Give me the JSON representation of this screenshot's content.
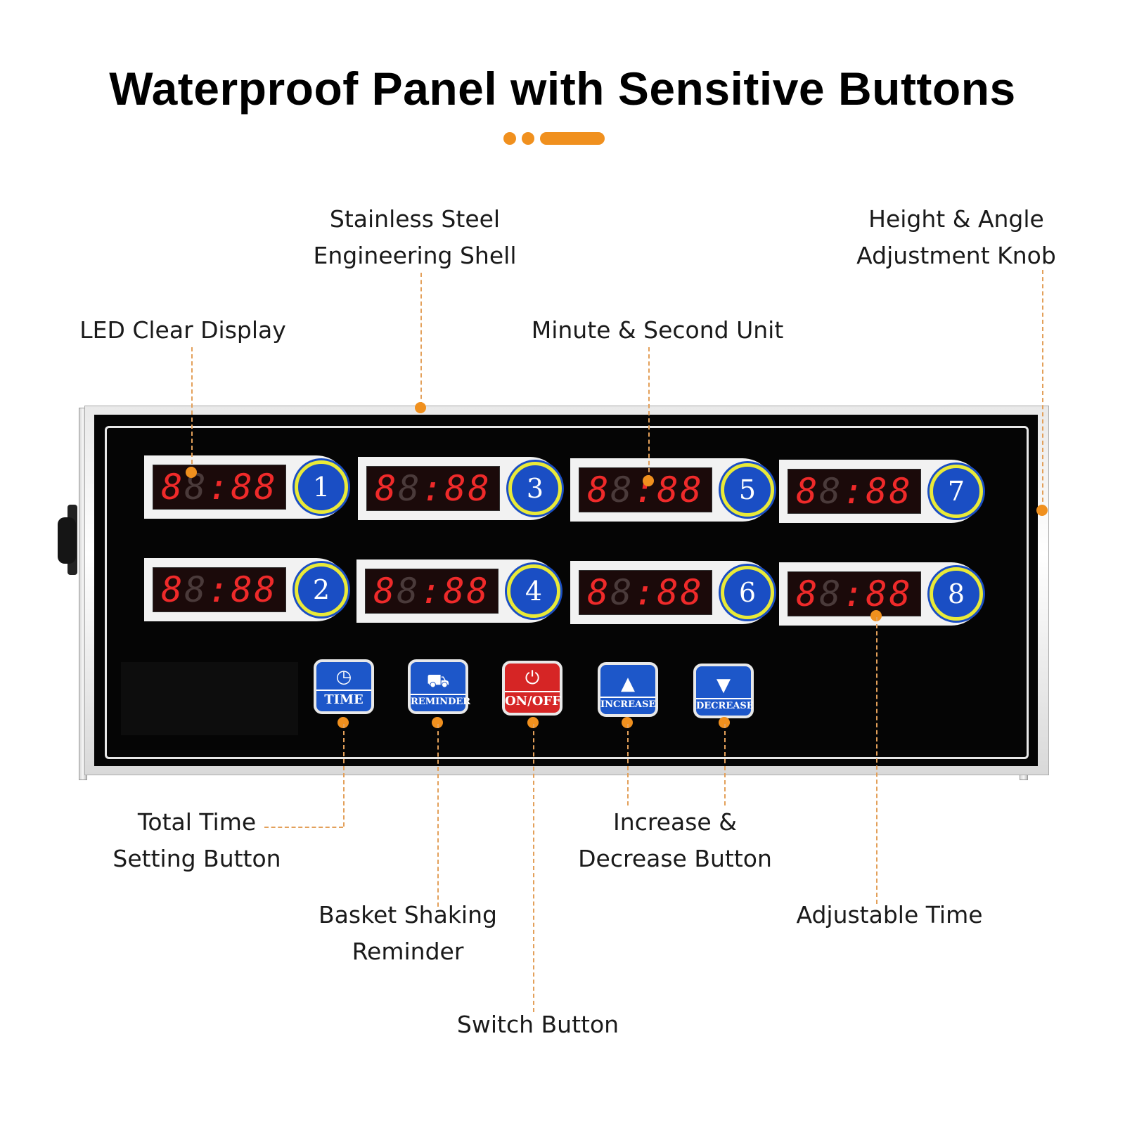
{
  "title": "Waterproof Panel with Sensitive Buttons",
  "accent_color": "#f0901e",
  "labels": {
    "stainless_line1": "Stainless Steel",
    "stainless_line2": "Engineering Shell",
    "knob_line1": "Height & Angle",
    "knob_line2": "Adjustment Knob",
    "led_display": "LED Clear Display",
    "minute_second": "Minute & Second Unit",
    "total_time_line1": "Total Time",
    "total_time_line2": "Setting Button",
    "basket_line1": "Basket Shaking",
    "basket_line2": "Reminder",
    "switch": "Switch Button",
    "incdec_line1": "Increase &",
    "incdec_line2": "Decrease Button",
    "adjustable": "Adjustable Time"
  },
  "device": {
    "timers": [
      {
        "number": "1",
        "digits_a": "8",
        "digits_b": "8",
        "digits_c": ":88"
      },
      {
        "number": "2",
        "digits_a": "8",
        "digits_b": "8",
        "digits_c": ":88"
      },
      {
        "number": "3",
        "digits_a": "8",
        "digits_b": "8",
        "digits_c": ":88"
      },
      {
        "number": "4",
        "digits_a": "8",
        "digits_b": "8",
        "digits_c": ":88"
      },
      {
        "number": "5",
        "digits_a": "8",
        "digits_b": "8",
        "digits_c": ":88"
      },
      {
        "number": "6",
        "digits_a": "8",
        "digits_b": "8",
        "digits_c": ":88"
      },
      {
        "number": "7",
        "digits_a": "8",
        "digits_b": "8",
        "digits_c": ":88"
      },
      {
        "number": "8",
        "digits_a": "8",
        "digits_b": "8",
        "digits_c": ":88"
      }
    ],
    "buttons": [
      {
        "label": "TIME",
        "icon": "clock-icon",
        "glyph": "◷"
      },
      {
        "label": "REMINDER",
        "icon": "basket-icon",
        "glyph": "⛟"
      },
      {
        "label": "ON/OFF",
        "icon": "power-icon",
        "glyph": "⏻"
      },
      {
        "label": "INCREASE",
        "icon": "triangle-up-icon",
        "glyph": "▲"
      },
      {
        "label": "DECREASE",
        "icon": "triangle-down-icon",
        "glyph": "▼"
      }
    ]
  }
}
